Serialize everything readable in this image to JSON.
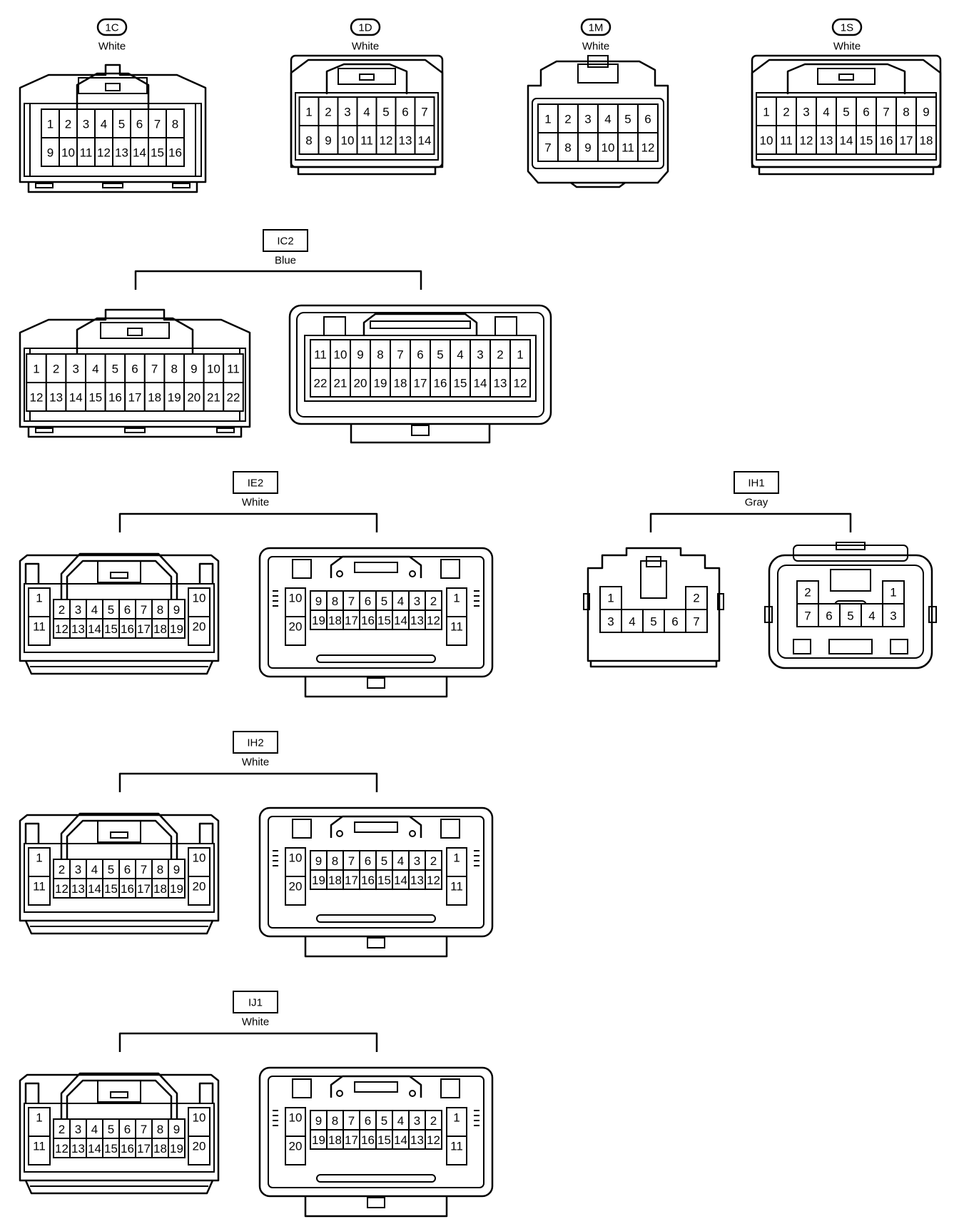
{
  "connectors": [
    {
      "id": "1C",
      "label": "1C",
      "color": "White",
      "label_style": "oval",
      "views": [
        {
          "shape": "A",
          "rows": [
            [
              "1",
              "2",
              "3",
              "4",
              "5",
              "6",
              "7",
              "8"
            ],
            [
              "9",
              "10",
              "11",
              "12",
              "13",
              "14",
              "15",
              "16"
            ]
          ]
        }
      ]
    },
    {
      "id": "1D",
      "label": "1D",
      "color": "White",
      "label_style": "oval",
      "views": [
        {
          "shape": "B",
          "rows": [
            [
              "1",
              "2",
              "3",
              "4",
              "5",
              "6",
              "7"
            ],
            [
              "8",
              "9",
              "10",
              "11",
              "12",
              "13",
              "14"
            ]
          ]
        }
      ]
    },
    {
      "id": "1M",
      "label": "1M",
      "color": "White",
      "label_style": "oval",
      "views": [
        {
          "shape": "C",
          "rows": [
            [
              "1",
              "2",
              "3",
              "4",
              "5",
              "6"
            ],
            [
              "7",
              "8",
              "9",
              "10",
              "11",
              "12"
            ]
          ]
        }
      ]
    },
    {
      "id": "1S",
      "label": "1S",
      "color": "White",
      "label_style": "oval",
      "views": [
        {
          "shape": "B",
          "rows": [
            [
              "1",
              "2",
              "3",
              "4",
              "5",
              "6",
              "7",
              "8",
              "9"
            ],
            [
              "10",
              "11",
              "12",
              "13",
              "14",
              "15",
              "16",
              "17",
              "18"
            ]
          ]
        }
      ]
    },
    {
      "id": "IC2",
      "label": "IC2",
      "color": "Blue",
      "label_style": "box",
      "views": [
        {
          "shape": "A",
          "rows": [
            [
              "1",
              "2",
              "3",
              "4",
              "5",
              "6",
              "7",
              "8",
              "9",
              "10",
              "11"
            ],
            [
              "12",
              "13",
              "14",
              "15",
              "16",
              "17",
              "18",
              "19",
              "20",
              "21",
              "22"
            ]
          ]
        },
        {
          "shape": "D",
          "rows": [
            [
              "11",
              "10",
              "9",
              "8",
              "7",
              "6",
              "5",
              "4",
              "3",
              "2",
              "1"
            ],
            [
              "22",
              "21",
              "20",
              "19",
              "18",
              "17",
              "16",
              "15",
              "14",
              "13",
              "12"
            ]
          ]
        }
      ]
    },
    {
      "id": "IE2",
      "label": "IE2",
      "color": "White",
      "label_style": "box",
      "views": [
        {
          "shape": "E",
          "side_left": [
            "1",
            "11"
          ],
          "side_right": [
            "10",
            "20"
          ],
          "rows": [
            [
              "2",
              "3",
              "4",
              "5",
              "6",
              "7",
              "8",
              "9"
            ],
            [
              "12",
              "13",
              "14",
              "15",
              "16",
              "17",
              "18",
              "19"
            ]
          ]
        },
        {
          "shape": "F",
          "side_left": [
            "10",
            "20"
          ],
          "side_right": [
            "1",
            "11"
          ],
          "rows": [
            [
              "9",
              "8",
              "7",
              "6",
              "5",
              "4",
              "3",
              "2"
            ],
            [
              "19",
              "18",
              "17",
              "16",
              "15",
              "14",
              "13",
              "12"
            ]
          ]
        }
      ]
    },
    {
      "id": "IH1",
      "label": "IH1",
      "color": "Gray",
      "label_style": "box",
      "views": [
        {
          "shape": "G",
          "top": [
            {
              "pin": "1",
              "col": 0
            },
            {
              "pin": "2",
              "col": 4
            }
          ],
          "rows": [
            [
              "3",
              "4",
              "5",
              "6",
              "7"
            ]
          ]
        },
        {
          "shape": "H",
          "top": [
            {
              "pin": "2",
              "col": 0
            },
            {
              "pin": "1",
              "col": 4
            }
          ],
          "rows": [
            [
              "7",
              "6",
              "5",
              "4",
              "3"
            ]
          ]
        }
      ]
    },
    {
      "id": "IH2",
      "label": "IH2",
      "color": "White",
      "label_style": "box",
      "views": [
        {
          "shape": "E",
          "side_left": [
            "1",
            "11"
          ],
          "side_right": [
            "10",
            "20"
          ],
          "rows": [
            [
              "2",
              "3",
              "4",
              "5",
              "6",
              "7",
              "8",
              "9"
            ],
            [
              "12",
              "13",
              "14",
              "15",
              "16",
              "17",
              "18",
              "19"
            ]
          ]
        },
        {
          "shape": "F",
          "side_left": [
            "10",
            "20"
          ],
          "side_right": [
            "1",
            "11"
          ],
          "rows": [
            [
              "9",
              "8",
              "7",
              "6",
              "5",
              "4",
              "3",
              "2"
            ],
            [
              "19",
              "18",
              "17",
              "16",
              "15",
              "14",
              "13",
              "12"
            ]
          ]
        }
      ]
    },
    {
      "id": "IJ1",
      "label": "IJ1",
      "color": "White",
      "label_style": "box",
      "views": [
        {
          "shape": "E",
          "side_left": [
            "1",
            "11"
          ],
          "side_right": [
            "10",
            "20"
          ],
          "rows": [
            [
              "2",
              "3",
              "4",
              "5",
              "6",
              "7",
              "8",
              "9"
            ],
            [
              "12",
              "13",
              "14",
              "15",
              "16",
              "17",
              "18",
              "19"
            ]
          ]
        },
        {
          "shape": "F",
          "side_left": [
            "10",
            "20"
          ],
          "side_right": [
            "1",
            "11"
          ],
          "rows": [
            [
              "9",
              "8",
              "7",
              "6",
              "5",
              "4",
              "3",
              "2"
            ],
            [
              "19",
              "18",
              "17",
              "16",
              "15",
              "14",
              "13",
              "12"
            ]
          ]
        }
      ]
    }
  ]
}
